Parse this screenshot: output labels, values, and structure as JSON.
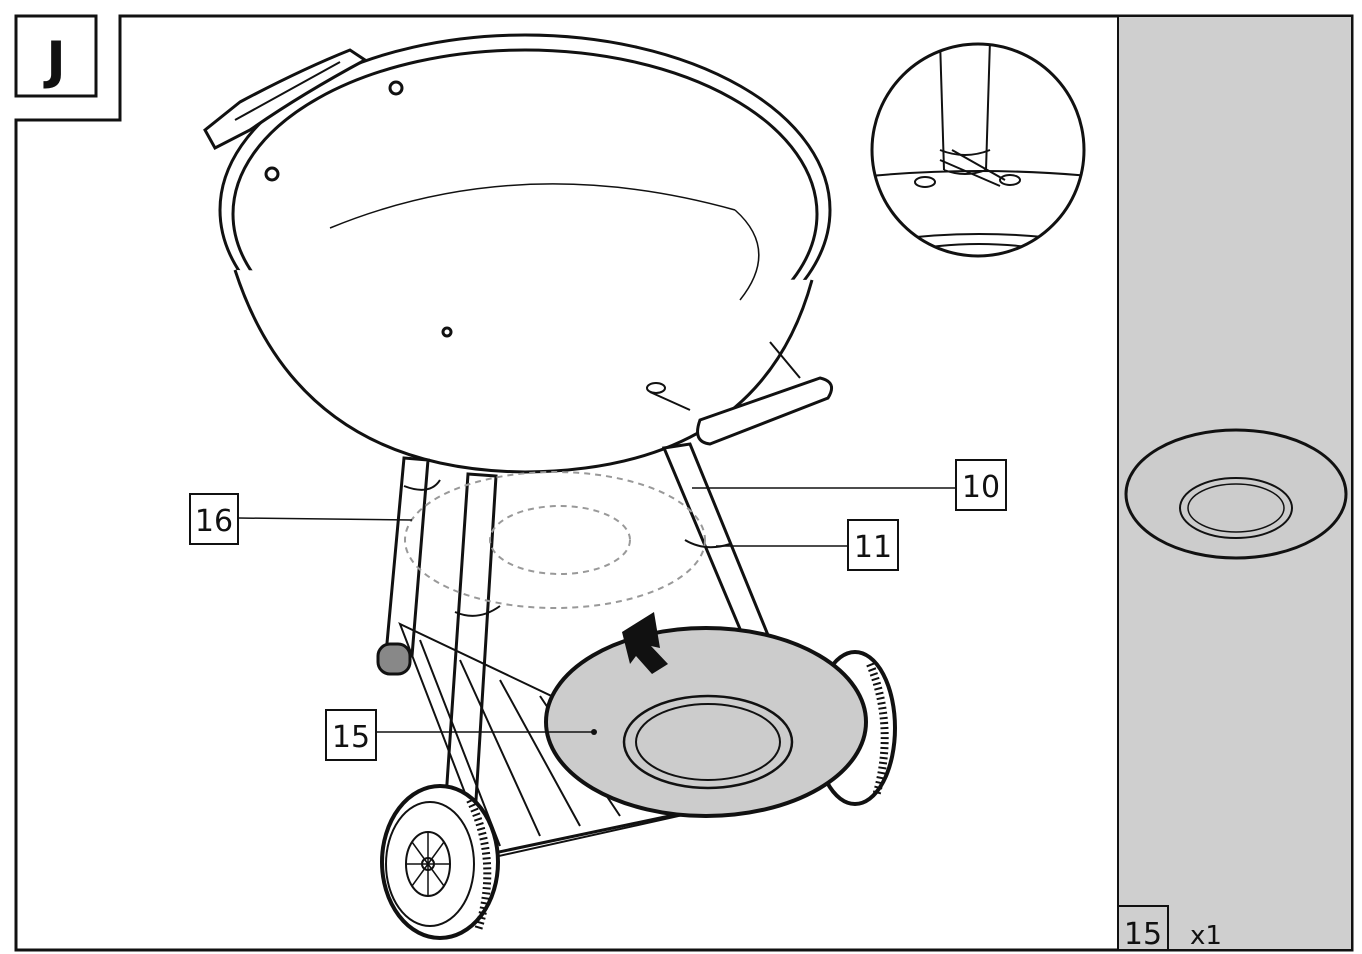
{
  "step": {
    "label": "J"
  },
  "callouts": [
    {
      "id": "part-10",
      "label": "10"
    },
    {
      "id": "part-11",
      "label": "11"
    },
    {
      "id": "part-16",
      "label": "16"
    },
    {
      "id": "part-15",
      "label": "15"
    }
  ],
  "parts_panel": {
    "part_number": "15",
    "quantity": "x1",
    "background_color": "#cfcfcf"
  },
  "colors": {
    "line": "#111111",
    "ash_pan_fill": "#cccccc",
    "panel_fill": "#cfcfcf"
  }
}
